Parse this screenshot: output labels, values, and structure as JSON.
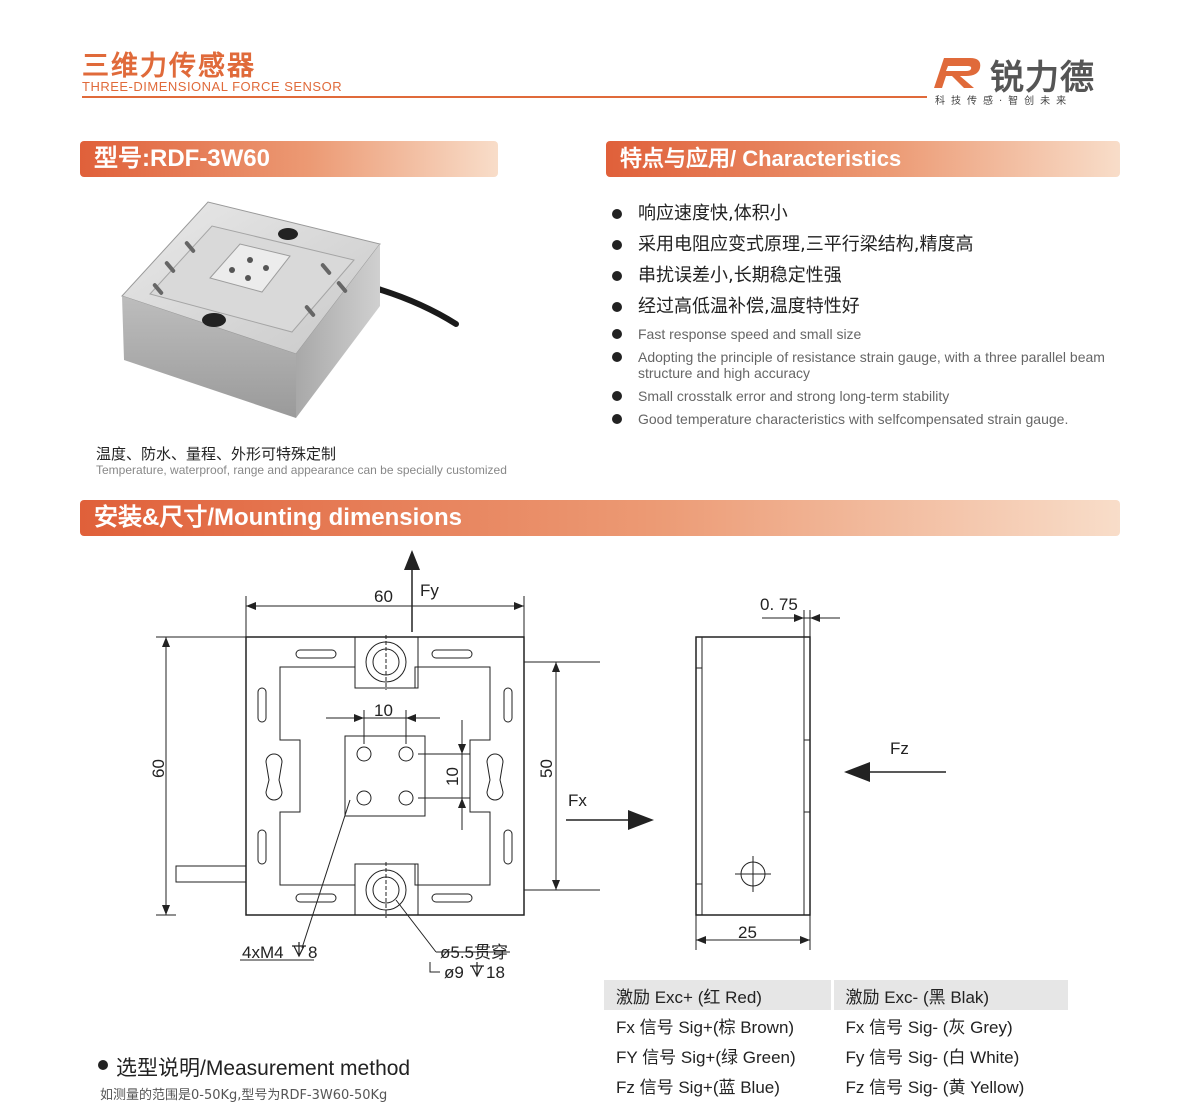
{
  "header": {
    "title": "三维力传感器",
    "subtitle": "THREE-DIMENSIONAL FORCE SENSOR",
    "brand_name": "锐力德",
    "brand_slogan": "科技传感·智创未来",
    "accent_color": "#e06a3a"
  },
  "model": {
    "label": "型号:RDF-3W60"
  },
  "characteristics": {
    "heading": "特点与应用/ Characteristics",
    "items_cn": [
      "响应速度快,体积小",
      "采用电阻应变式原理,三平行梁结构,精度高",
      "串扰误差小,长期稳定性强",
      "经过高低温补偿,温度特性好"
    ],
    "items_en": [
      "Fast response speed and small size",
      "Adopting the principle of resistance strain gauge, with a three parallel beam structure and high accuracy",
      "Small crosstalk error and strong long-term stability",
      "Good temperature characteristics with selfcompensated strain gauge."
    ]
  },
  "photo": {
    "caption_cn": "温度、防水、量程、外形可特殊定制",
    "caption_en": "Temperature, waterproof, range and appearance can be specially customized"
  },
  "mounting": {
    "heading": "安装&尺寸/Mounting dimensions",
    "labels": {
      "fy": "Fy",
      "fx": "Fx",
      "fz": "Fz",
      "width_top": "60",
      "height_left": "60",
      "inner_height": "50",
      "hole_spacing_h": "10",
      "hole_spacing_v": "10",
      "thickness": "0. 75",
      "depth": "25",
      "thread_note": "4xM4",
      "thread_depth": "8",
      "through_hole": "ø5.5贯穿",
      "counterbore_dia": "ø9",
      "counterbore_depth": "18"
    }
  },
  "wiring": {
    "rows": [
      {
        "left": "激励 Exc+    (红 Red)",
        "right": "激励 Exc-    (黑 Blak)"
      },
      {
        "left": "Fx 信号 Sig+(棕 Brown)",
        "right": "Fx 信号 Sig- (灰 Grey)"
      },
      {
        "left": "FY 信号 Sig+(绿 Green)",
        "right": "Fy 信号 Sig- (白 White)"
      },
      {
        "left": "Fz 信号 Sig+(蓝 Blue)",
        "right": "Fz 信号 Sig- (黄 Yellow)"
      }
    ]
  },
  "measurement": {
    "title": "选型说明/Measurement method",
    "note": "如测量的范围是0-50Kg,型号为RDF-3W60-50Kg"
  }
}
